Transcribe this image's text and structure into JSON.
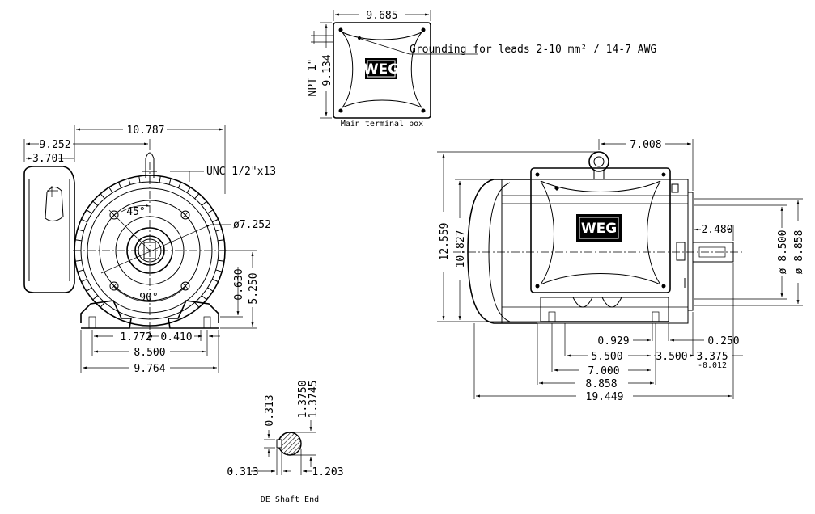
{
  "terminal_box": {
    "caption": "Main terminal box",
    "width": "9.685",
    "height": "9.134",
    "npt": "NPT 1\"",
    "grounding_note": "Grounding for leads 2-10 mm² / 14-7 AWG"
  },
  "front_view": {
    "overall_top": "10.787",
    "to_centre": "9.252",
    "tbox_offset": "3.701",
    "thread": "UNC 1/2\"x13",
    "bolt_circle": "ø7.252",
    "angle_top": "45°",
    "angle_bottom": "90°",
    "foot_height": "0.630",
    "shaft_height": "5.250",
    "foot_hole_offset": "1.772",
    "foot_hole_dia": "0.410",
    "foot_span": "8.500",
    "base_width": "9.764"
  },
  "side_view": {
    "lifting_offset": "7.008",
    "overall_height": "12.559",
    "frame_height": "10.827",
    "shaft_ext": "2.480",
    "pilot_dia": "ø 8.500",
    "flange_dia": "ø 8.858",
    "dim_0929": "0.929",
    "dim_0250": "0.250",
    "dim_5500": "5.500",
    "dim_3500": "3.500",
    "dim_3375": "3.375",
    "dim_3375_tol": "-0.012",
    "dim_7000": "7.000",
    "dim_8858": "8.858",
    "overall_length": "19.449"
  },
  "shaft_end": {
    "caption": "DE Shaft End",
    "key_height": "0.313",
    "dia_max": "1.3750",
    "dia_min": "1.3745",
    "key_width": "0.313",
    "key_depth": "1.203"
  },
  "logo": {
    "text": "WEG"
  }
}
